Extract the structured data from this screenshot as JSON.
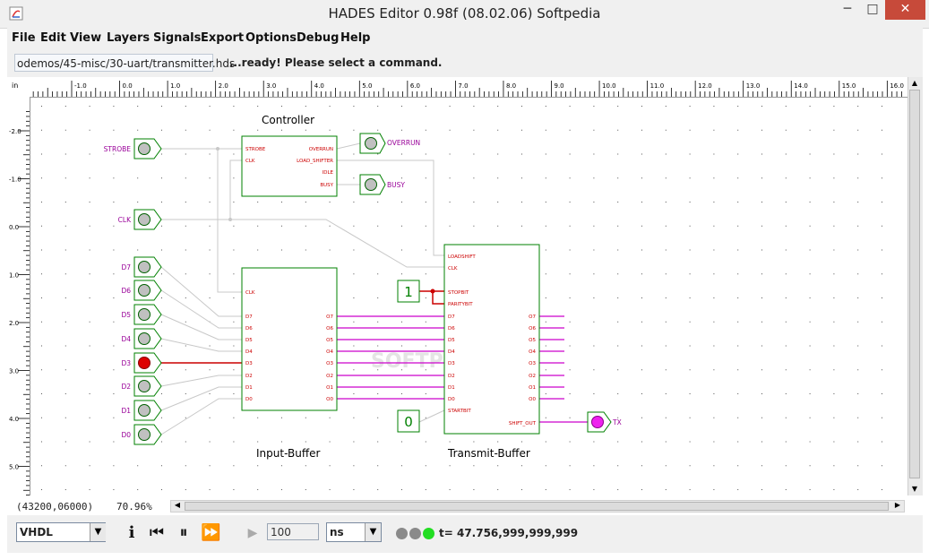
{
  "window": {
    "title": "HADES Editor 0.98f (08.02.06)   Softpedia",
    "minimize": "─",
    "maximize": "□",
    "close": "✕"
  },
  "menu": [
    "File",
    "Edit",
    "View",
    "Layers",
    "Signals",
    "Export",
    "Options",
    "Debug",
    "Help"
  ],
  "toolbar": {
    "path": "odemos/45-misc/30-uart/transmitter.hds",
    "status": "...ready! Please select a command."
  },
  "ruler": {
    "unit": "in",
    "h_labels": [
      "-1.0",
      "0.0",
      "1.0",
      "2.0",
      "3.0",
      "4.0",
      "5.0",
      "6.0",
      "7.0",
      "8.0",
      "9.0",
      "10.0",
      "11.0",
      "12.0",
      "13.0",
      "14.0",
      "15.0",
      "16.0"
    ],
    "v_labels": [
      "-2.0",
      "-1.0",
      "0.0",
      "1.0",
      "2.0",
      "3.0",
      "4.0",
      "5.0"
    ]
  },
  "schematic": {
    "controller": {
      "title": "Controller",
      "inputs": [
        "STROBE",
        "CLK"
      ],
      "outputs": [
        "OVERRUN",
        "LOAD_SHIFTER",
        "IDLE",
        "BUSY"
      ]
    },
    "input_buffer": {
      "title": "Input-Buffer",
      "clk": "CLK",
      "inputs": [
        "D7",
        "D6",
        "D5",
        "D4",
        "D3",
        "D2",
        "D1",
        "D0"
      ],
      "outputs": [
        "O7",
        "O6",
        "O5",
        "O4",
        "O3",
        "O2",
        "O1",
        "O0"
      ]
    },
    "transmit_buffer": {
      "title": "Transmit-Buffer",
      "control": [
        "LOADSHIFT",
        "CLK",
        "STOPBIT",
        "PARITYBIT"
      ],
      "inputs": [
        "D7",
        "D6",
        "D5",
        "D4",
        "D3",
        "D2",
        "D1",
        "D0"
      ],
      "outputs": [
        "O7",
        "O6",
        "O5",
        "O4",
        "O3",
        "O2",
        "O1",
        "O0"
      ],
      "start": "STARTBIT",
      "shift_out": "SHIFT_OUT"
    },
    "io_labels": {
      "strobe": "STROBE",
      "clk": "CLK",
      "data": [
        "D7",
        "D6",
        "D5",
        "D4",
        "D3",
        "D2",
        "D1",
        "D0"
      ],
      "overrun": "OVERRUN",
      "busy": "BUSY",
      "tx": "TX"
    },
    "constants": {
      "stop": "1",
      "start": "0"
    },
    "watermark": "SOFTPEDIA"
  },
  "status": {
    "coords": "(43200,06000)",
    "zoom": "70.96%"
  },
  "sim": {
    "language": "VHDL",
    "info_icon": "i",
    "rewind_icon": "⏮",
    "pause_icon": "⏸",
    "forward_icon": "⏩",
    "step_icon": "▶",
    "step_value": "100",
    "unit": "ns",
    "time": "t= 47.756,999,999,999"
  },
  "colors": {
    "wire": "#c8c8c8",
    "active_bus": "#cc00cc",
    "active_wire": "#cc0000",
    "block": "#008000",
    "label": "#990099",
    "pin": "#cc0000"
  }
}
